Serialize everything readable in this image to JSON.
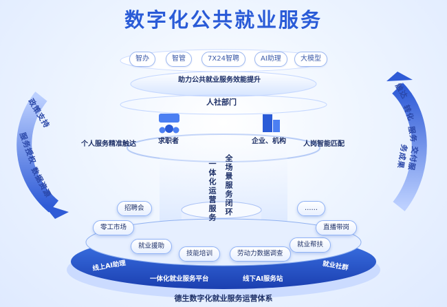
{
  "title": "数字化公共就业服务",
  "features": [
    "智办",
    "智管",
    "7X24智聘",
    "AI助理",
    "大模型"
  ],
  "layers": {
    "top": "助力公共就业服务效能提升",
    "department": "人社部门"
  },
  "nodes": {
    "job_seeker": "求职者",
    "enterprise": "企业、机构",
    "left_caption": "个人服务精准触达",
    "right_caption": "人岗智能匹配"
  },
  "left_arc": [
    "政策支持",
    "服务授权",
    "数据资源"
  ],
  "right_arc": [
    "触达",
    "转化",
    "服务",
    "交付服务成果"
  ],
  "center_columns": [
    "一体化运营服务",
    "全场景服务闭环"
  ],
  "services": [
    "招聘会",
    "零工市场",
    "就业援助",
    "技能培训",
    "劳动力数据调查",
    "就业帮扶",
    "直播带岗",
    "……"
  ],
  "base_segments": [
    "线上AI助理",
    "一体化就业服务平台",
    "线下AI服务站",
    "就业社群"
  ],
  "bottom_title": "德生数字化就业服务运营体系",
  "colors": {
    "accent": "#2a5bd7",
    "deep_blue": "#1d3fb0",
    "arrow": "#3a64d6"
  }
}
